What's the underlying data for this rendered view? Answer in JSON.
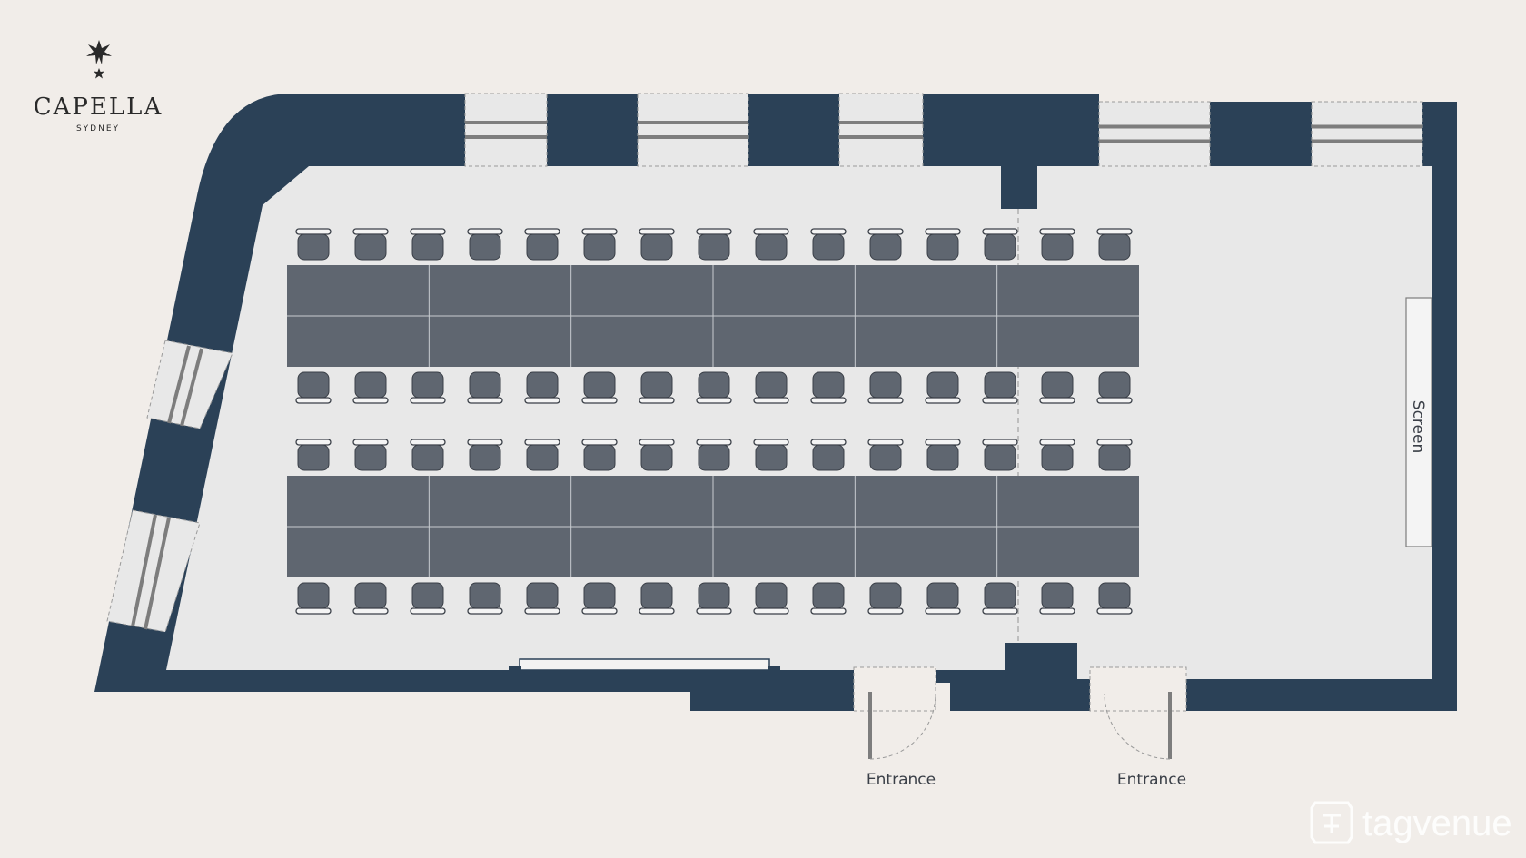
{
  "brand": {
    "name": "CAPELLA",
    "location": "SYDNEY",
    "logo_icon": "star-icon"
  },
  "floorplan": {
    "screen_label": "Screen",
    "entrances": [
      "Entrance",
      "Entrance"
    ],
    "layout": {
      "tables": 2,
      "table_segments_per_table": 6,
      "chairs_per_row": 15,
      "chair_rows": 4,
      "total_chairs": 60
    }
  },
  "watermark": {
    "text": "tagvenue",
    "icon": "tagvenue-logo-icon"
  },
  "colors": {
    "background": "#f1ede9",
    "wall": "#2b4157",
    "floor": "#e8e8e8",
    "table": "#5f6670",
    "chair": "#5f6670",
    "label": "#3a3f47",
    "watermark": "#ffffff"
  }
}
